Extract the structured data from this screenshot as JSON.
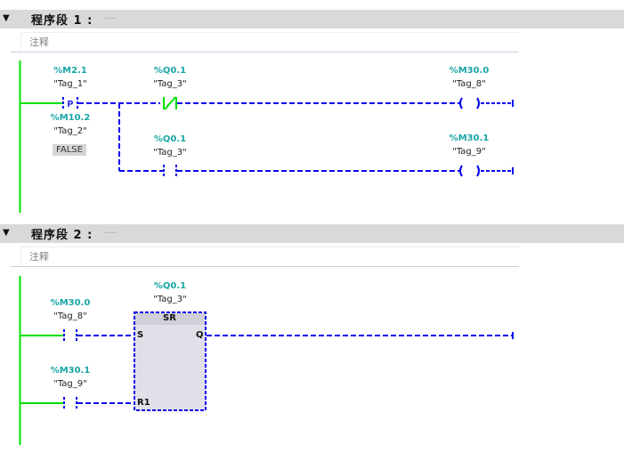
{
  "networks": [
    {
      "title_prefix": "程序段",
      "number": "1",
      "colon": ":",
      "title_placeholder": ".....",
      "comment": "注释",
      "elements": {
        "p_contact": {
          "address": "%M2.1",
          "tag": "\"Tag_1\"",
          "symbol": "P",
          "edge_address": "%M10.2",
          "edge_tag": "\"Tag_2\"",
          "edge_value": "FALSE"
        },
        "nc_contact": {
          "address": "%Q0.1",
          "tag": "\"Tag_3\""
        },
        "no_contact": {
          "address": "%Q0.1",
          "tag": "\"Tag_3\""
        },
        "coil_1": {
          "address": "%M30.0",
          "tag": "\"Tag_8\""
        },
        "coil_2": {
          "address": "%M30.1",
          "tag": "\"Tag_9\""
        }
      }
    },
    {
      "title_prefix": "程序段",
      "number": "2",
      "colon": ":",
      "title_placeholder": ".....",
      "comment": "注释",
      "elements": {
        "contact_set": {
          "address": "%M30.0",
          "tag": "\"Tag_8\""
        },
        "contact_reset": {
          "address": "%M30.1",
          "tag": "\"Tag_9\""
        },
        "sr_block": {
          "address": "%Q0.1",
          "tag": "\"Tag_3\"",
          "type": "SR",
          "pin_s": "S",
          "pin_r": "R1",
          "pin_q": "Q"
        }
      }
    }
  ],
  "icons": {
    "collapse": "▼"
  },
  "colors": {
    "power_rail": "#00e000",
    "wire": "#0000ee",
    "address": "#1aa6a6",
    "header_bg": "#d9d9d9",
    "block_bg": "#e0e0e8"
  }
}
